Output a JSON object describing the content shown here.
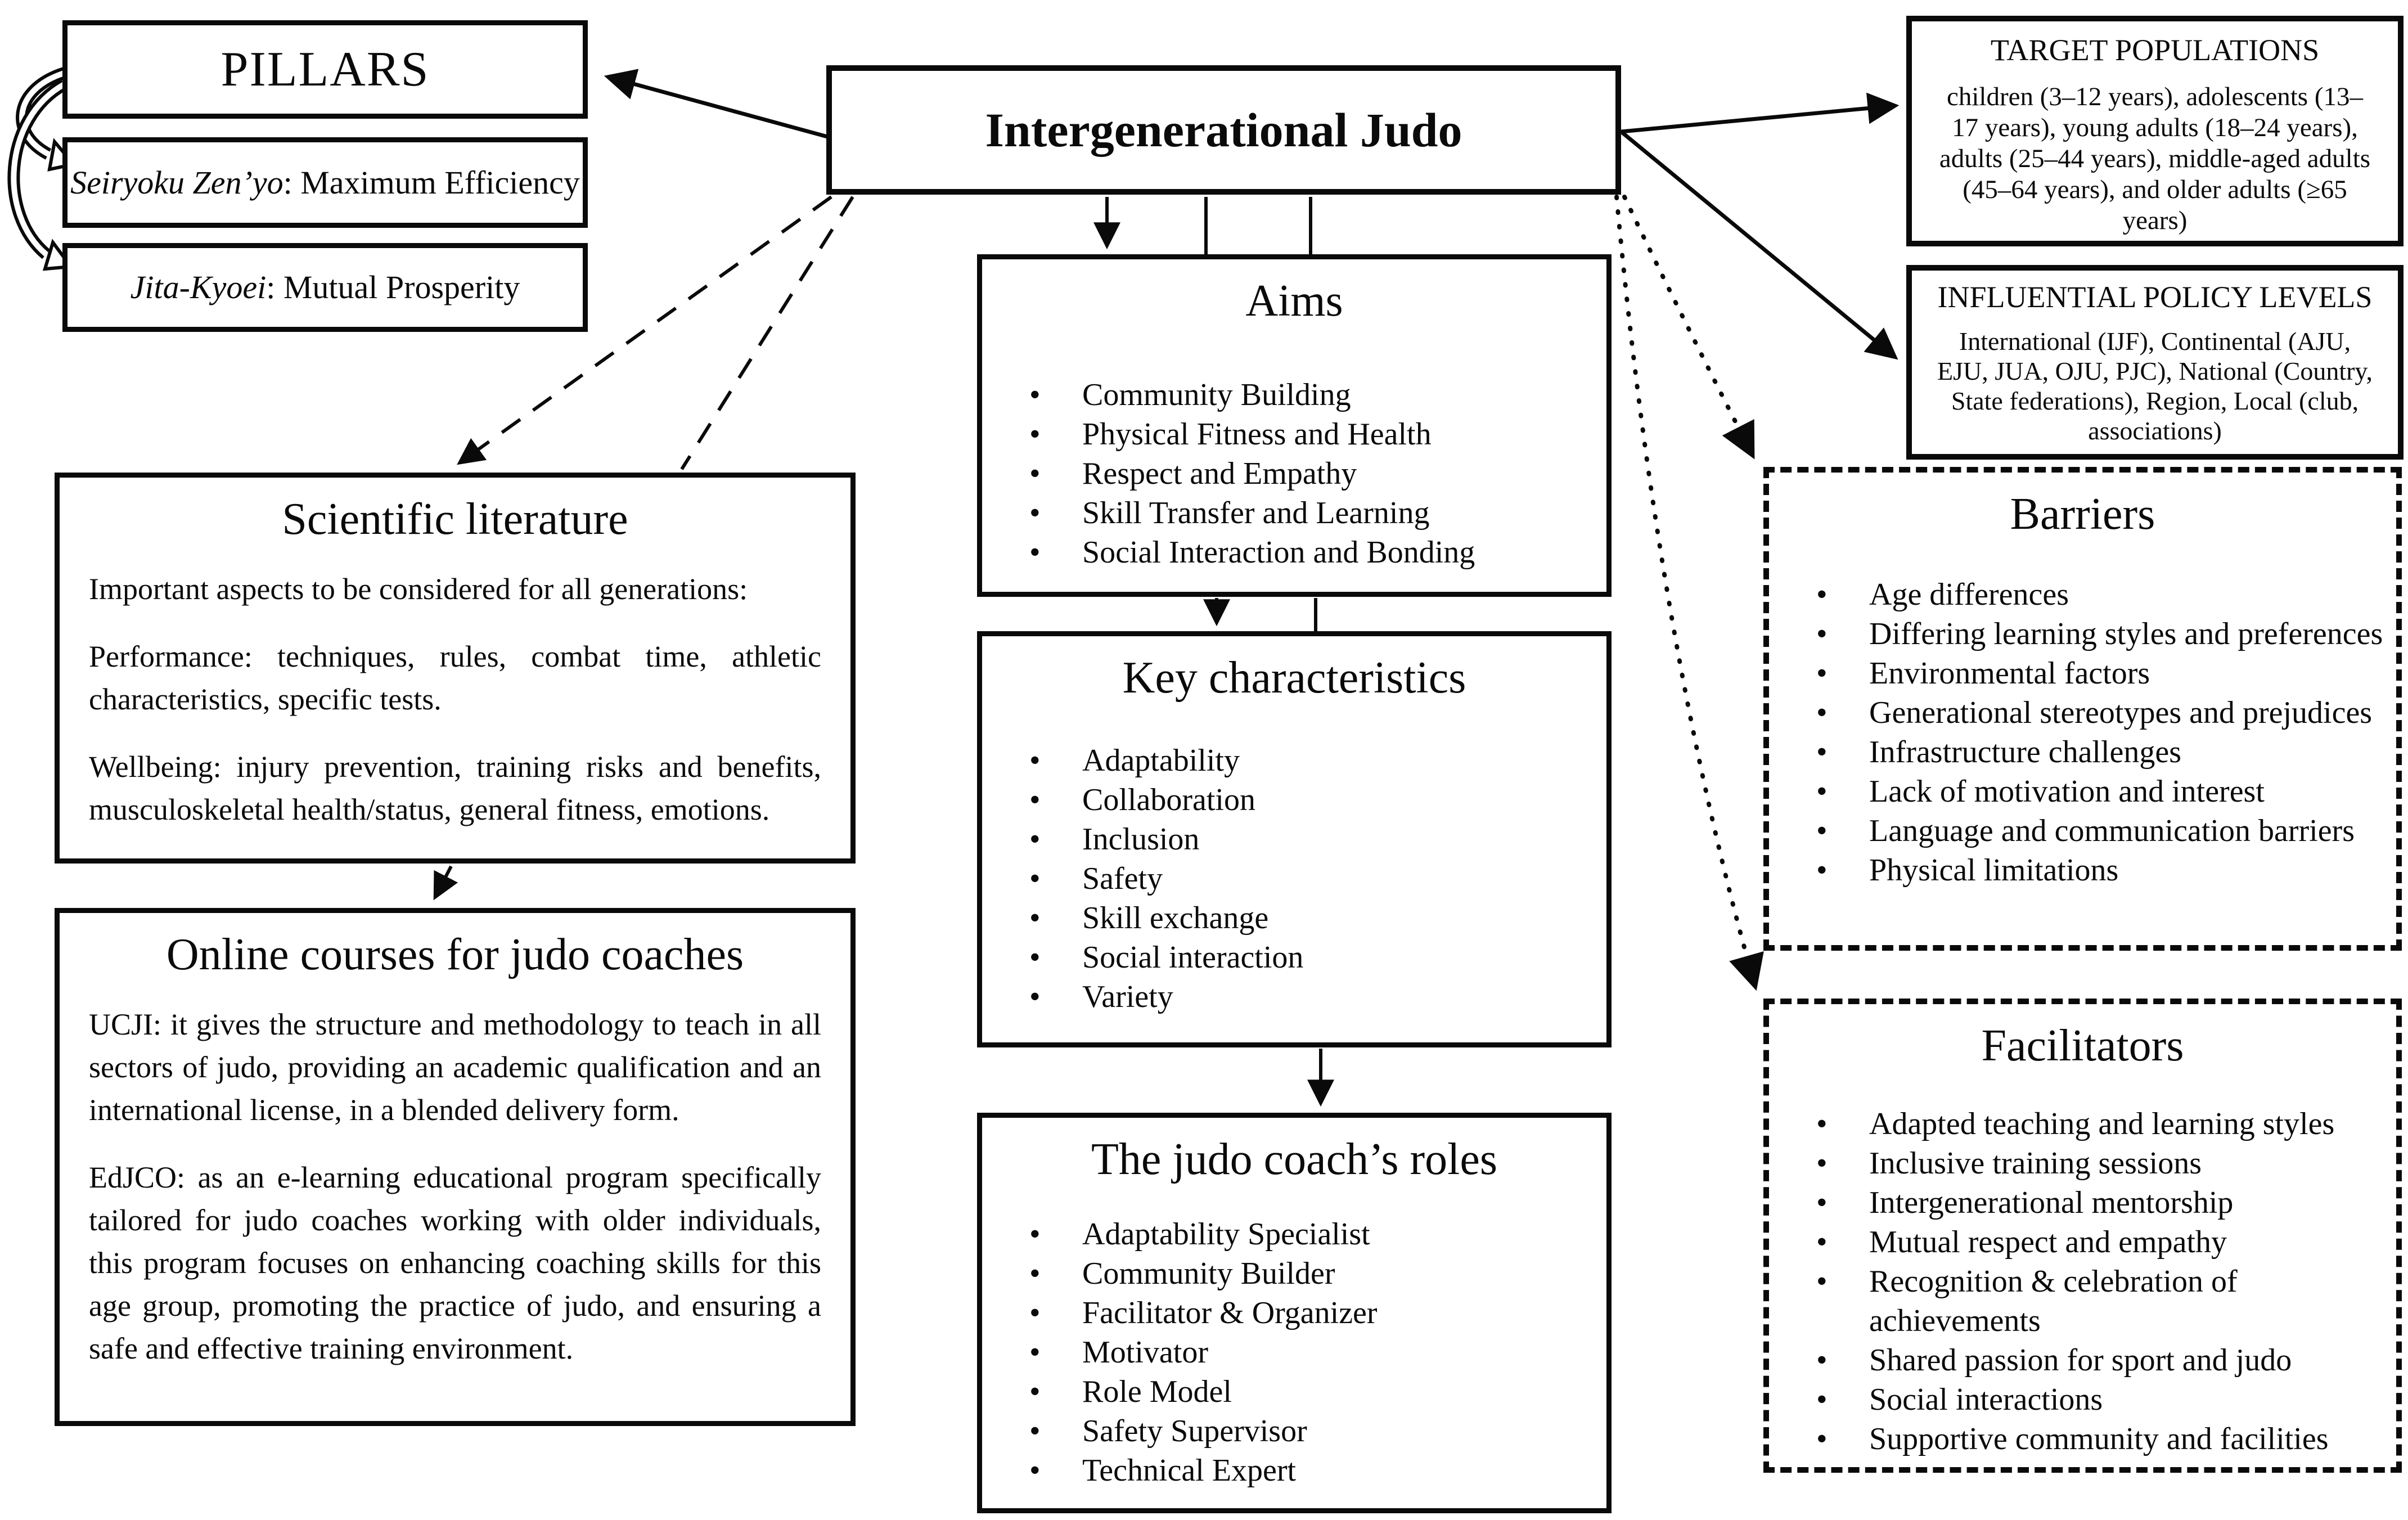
{
  "title_box": {
    "label": "Intergenerational Judo"
  },
  "pillars": {
    "heading": "PILLARS",
    "principles": [
      {
        "term": "Seiryoku Zen’yo",
        "definition": ": Maximum Efficiency"
      },
      {
        "term": "Jita-Kyoei",
        "definition": ": Mutual Prosperity"
      }
    ]
  },
  "target_populations": {
    "heading": "TARGET POPULATIONS",
    "body": "children (3–12 years), adolescents (13–17 years), young adults (18–24 years), adults (25–44 years), middle-aged adults (45–64 years), and older adults (≥65 years)"
  },
  "policy_levels": {
    "heading": "INFLUENTIAL POLICY LEVELS",
    "body": "International (IJF), Continental (AJU, EJU, JUA, OJU, PJC), National (Country, State federations), Region, Local (club, associations)"
  },
  "aims": {
    "heading": "Aims",
    "items": [
      "Community Building",
      "Physical Fitness and Health",
      "Respect and Empathy",
      "Skill Transfer and Learning",
      "Social Interaction and Bonding"
    ]
  },
  "key_characteristics": {
    "heading": "Key characteristics",
    "items": [
      "Adaptability",
      "Collaboration",
      "Inclusion",
      "Safety",
      "Skill exchange",
      "Social interaction",
      "Variety"
    ]
  },
  "coach_roles": {
    "heading": "The judo coach’s roles",
    "items": [
      "Adaptability Specialist",
      "Community Builder",
      "Facilitator & Organizer",
      "Motivator",
      "Role Model",
      "Safety Supervisor",
      "Technical Expert"
    ]
  },
  "scientific_literature": {
    "heading": "Scientific literature",
    "paragraphs": [
      "Important aspects to be considered for all generations:",
      "Performance: techniques, rules, combat time, athletic characteristics, specific tests.",
      "Wellbeing: injury prevention, training risks and benefits, musculoskeletal health/status, general fitness, emotions."
    ]
  },
  "online_courses": {
    "heading": "Online courses for judo coaches",
    "paragraphs": [
      "UCJI: it gives the structure and methodology to teach in all sectors of judo, providing an academic qualification and an international license, in a blended delivery form.",
      "EdJCO: as an e-learning educational program specifically tailored for judo coaches working with older individuals, this program focuses on enhancing coaching skills for this age group, promoting the practice of judo, and ensuring a safe and effective training environment."
    ]
  },
  "barriers": {
    "heading": "Barriers",
    "items": [
      "Age differences",
      "Differing learning styles and preferences",
      "Environmental factors",
      "Generational stereotypes and prejudices",
      "Infrastructure challenges",
      "Lack of motivation and interest",
      "Language and communication barriers",
      "Physical limitations"
    ]
  },
  "facilitators": {
    "heading": "Facilitators",
    "items": [
      "Adapted teaching and learning styles",
      "Inclusive training sessions",
      "Intergenerational mentorship",
      "Mutual respect and empathy",
      "Recognition & celebration of achievements",
      "Shared passion for sport and judo",
      "Social interactions",
      "Supportive community and facilities"
    ]
  }
}
